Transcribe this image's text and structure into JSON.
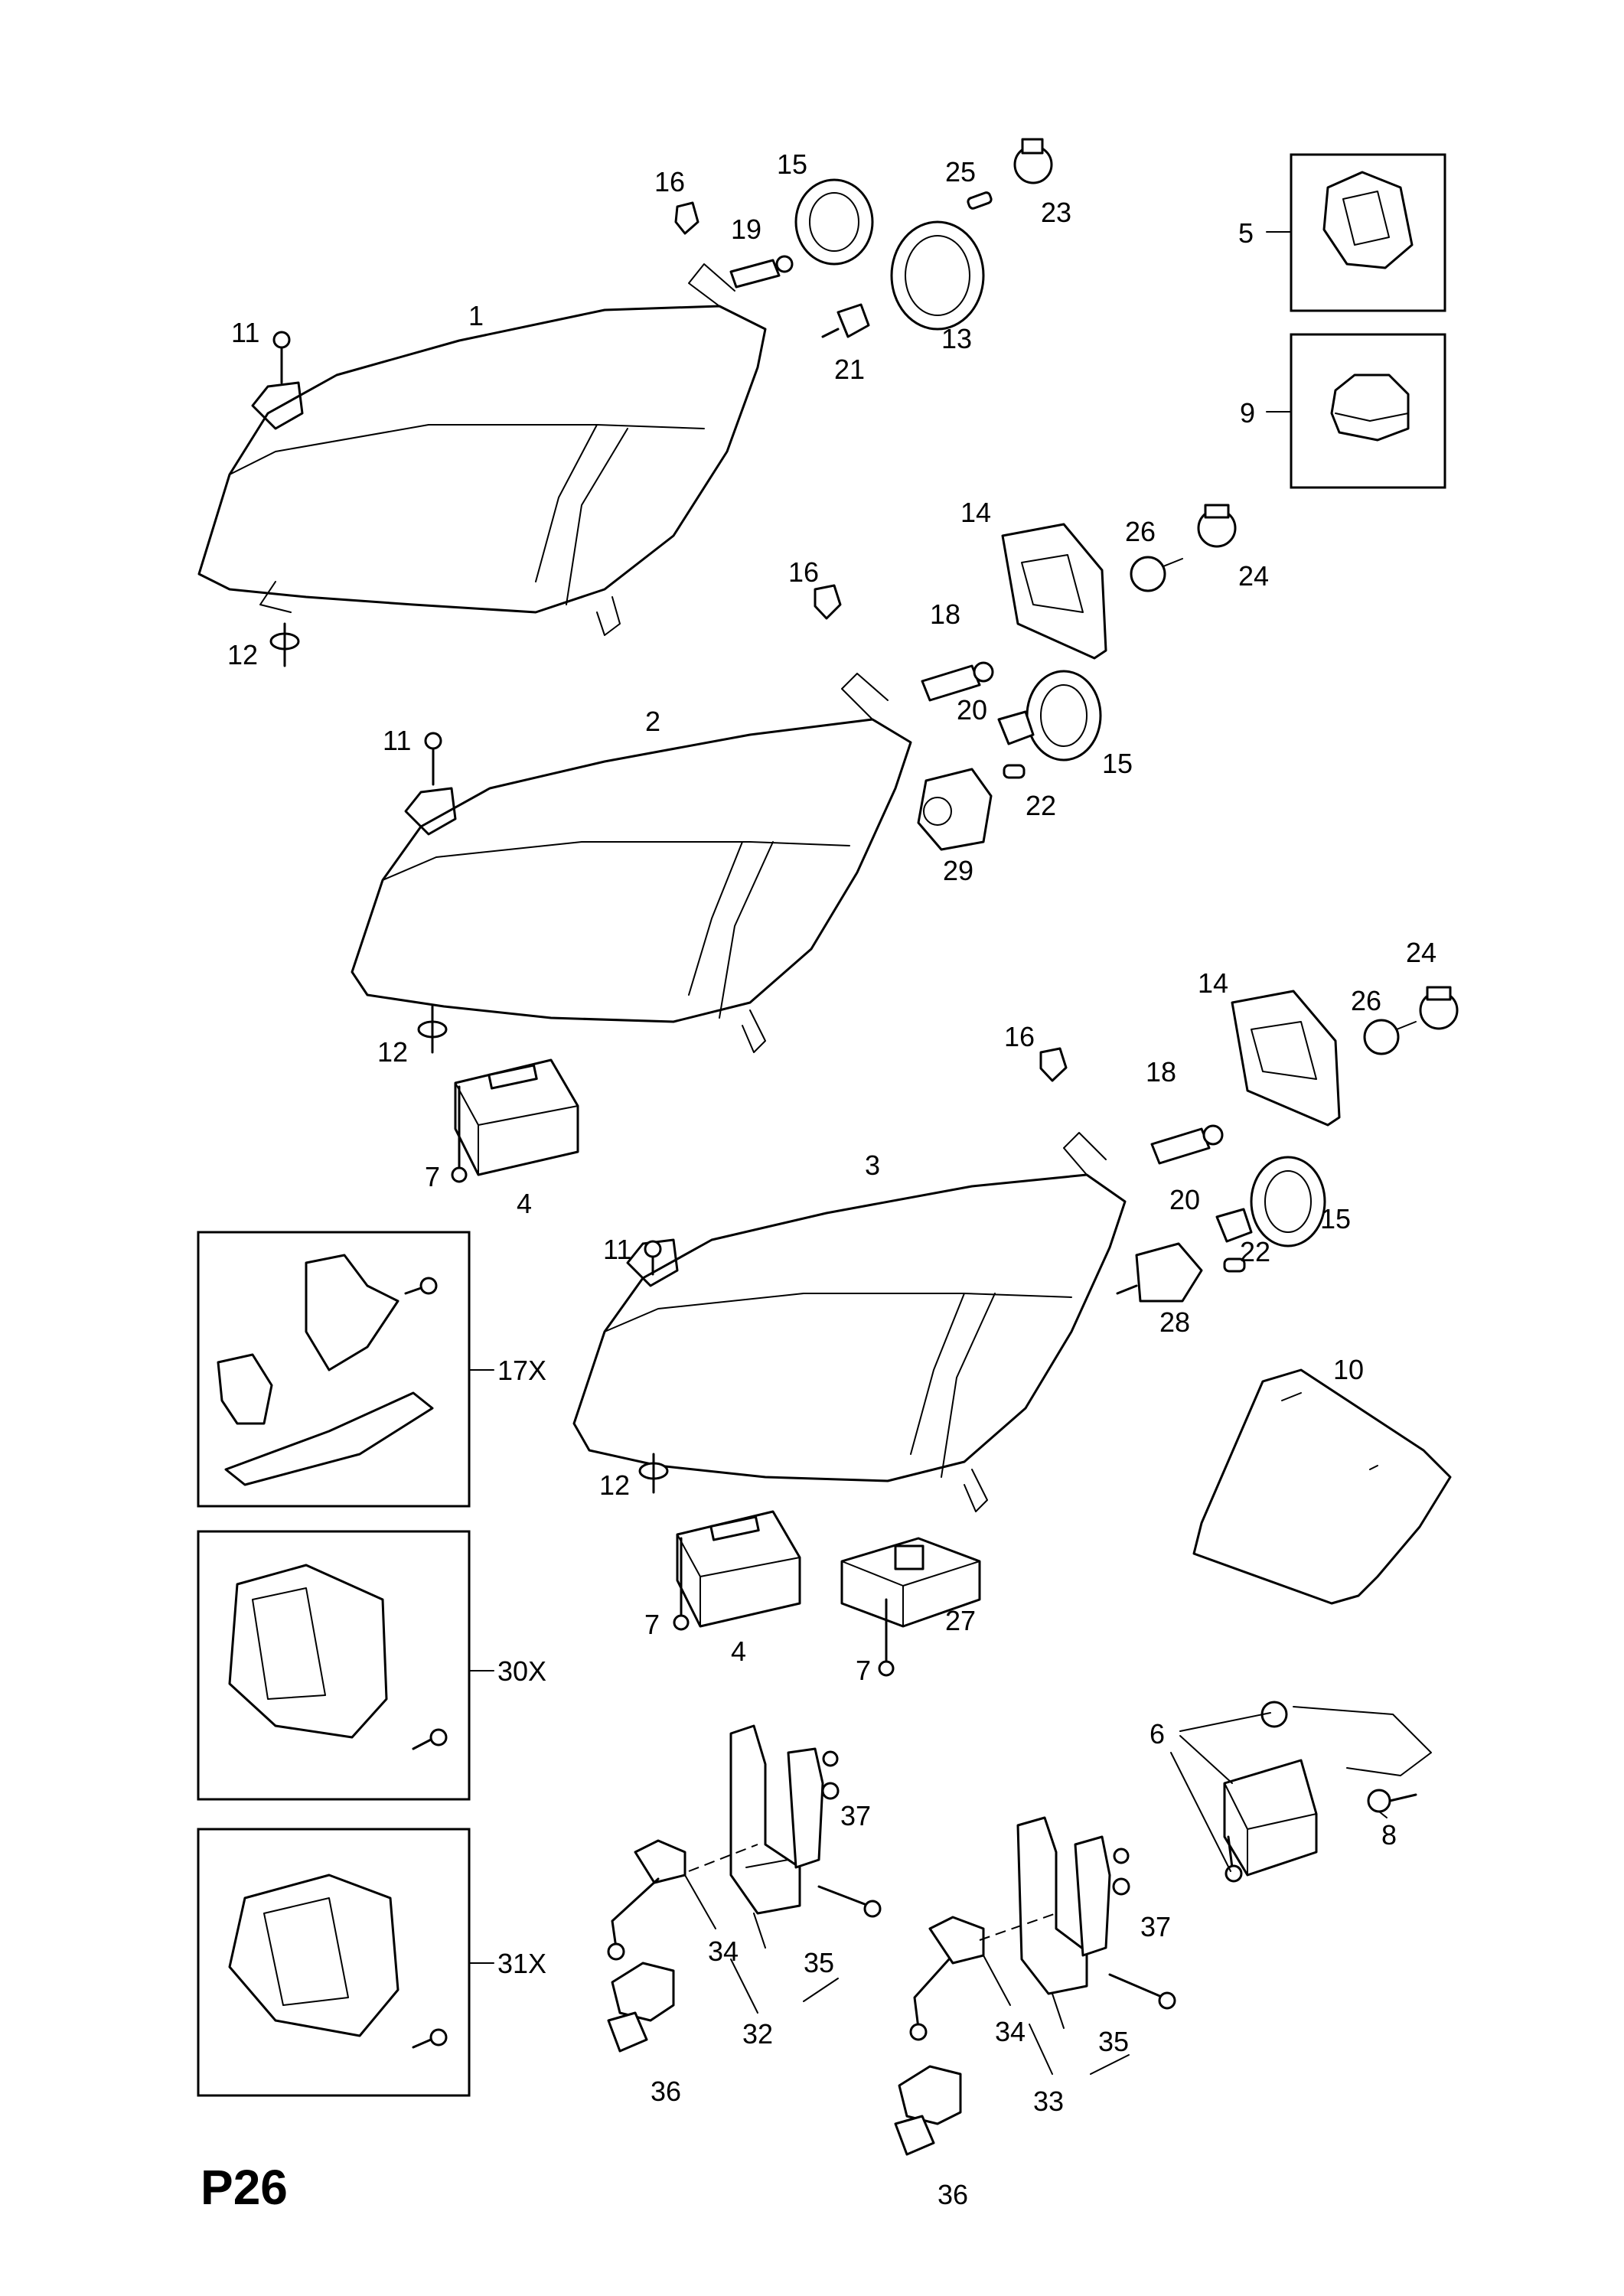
{
  "page_code": "P26",
  "callouts": {
    "c1": "1",
    "c2": "2",
    "c3": "3",
    "c4a": "4",
    "c4b": "4",
    "c5": "5",
    "c6": "6",
    "c7a": "7",
    "c7b": "7",
    "c7c": "7",
    "c8": "8",
    "c9": "9",
    "c10": "10",
    "c11a": "11",
    "c11b": "11",
    "c11c": "11",
    "c12a": "12",
    "c12b": "12",
    "c12c": "12",
    "c13": "13",
    "c14a": "14",
    "c14b": "14",
    "c15a": "15",
    "c15b": "15",
    "c15c": "15",
    "c16a": "16",
    "c16b": "16",
    "c16c": "16",
    "c17": "17X",
    "c18a": "18",
    "c18b": "18",
    "c19": "19",
    "c20a": "20",
    "c20b": "20",
    "c21": "21",
    "c22a": "22",
    "c22b": "22",
    "c23": "23",
    "c24a": "24",
    "c24b": "24",
    "c25": "25",
    "c26a": "26",
    "c26b": "26",
    "c27": "27",
    "c28": "28",
    "c29": "29",
    "c30": "30X",
    "c31": "31X",
    "c32": "32",
    "c33": "33",
    "c34a": "34",
    "c34b": "34",
    "c35a": "35",
    "c35b": "35",
    "c36a": "36",
    "c36b": "36",
    "c37a": "37",
    "c37b": "37"
  }
}
